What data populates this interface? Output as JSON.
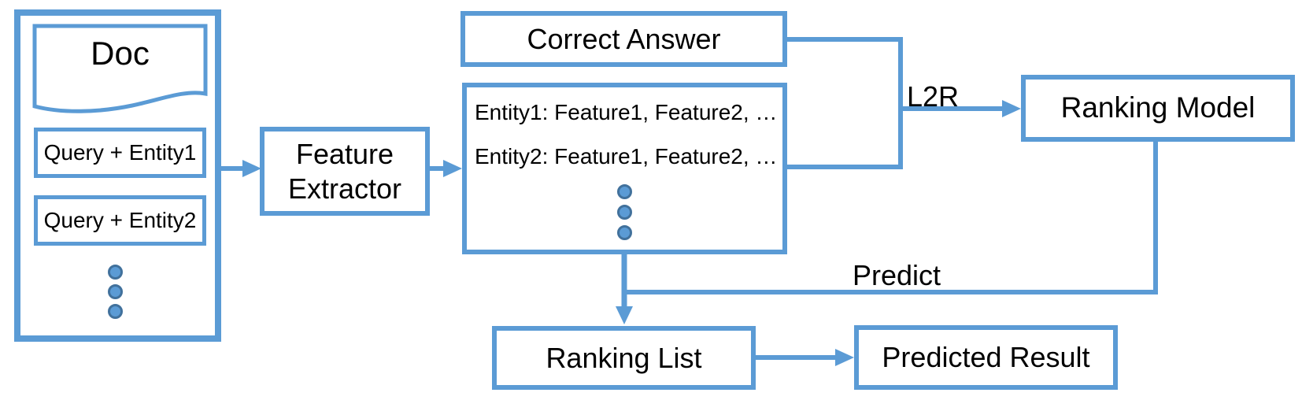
{
  "colors": {
    "line": "#5B9BD5",
    "dot_fill": "#5B9BD5",
    "dot_stroke": "#41719C",
    "text": "#000000",
    "background": "#FFFFFF"
  },
  "nodes": {
    "doc": {
      "label": "Doc"
    },
    "query_entity1": {
      "label": "Query + Entity1"
    },
    "query_entity2": {
      "label": "Query + Entity2"
    },
    "feature_extractor": {
      "label": "Feature Extractor"
    },
    "correct_answer": {
      "label": "Correct Answer"
    },
    "entity_features": {
      "line1": "Entity1: Feature1, Feature2, …",
      "line2": "Entity2: Feature1, Feature2, …"
    },
    "ranking_model": {
      "label": "Ranking Model"
    },
    "ranking_list": {
      "label": "Ranking List"
    },
    "predicted_result": {
      "label": "Predicted Result"
    }
  },
  "edge_labels": {
    "l2r": "L2R",
    "predict": "Predict"
  }
}
